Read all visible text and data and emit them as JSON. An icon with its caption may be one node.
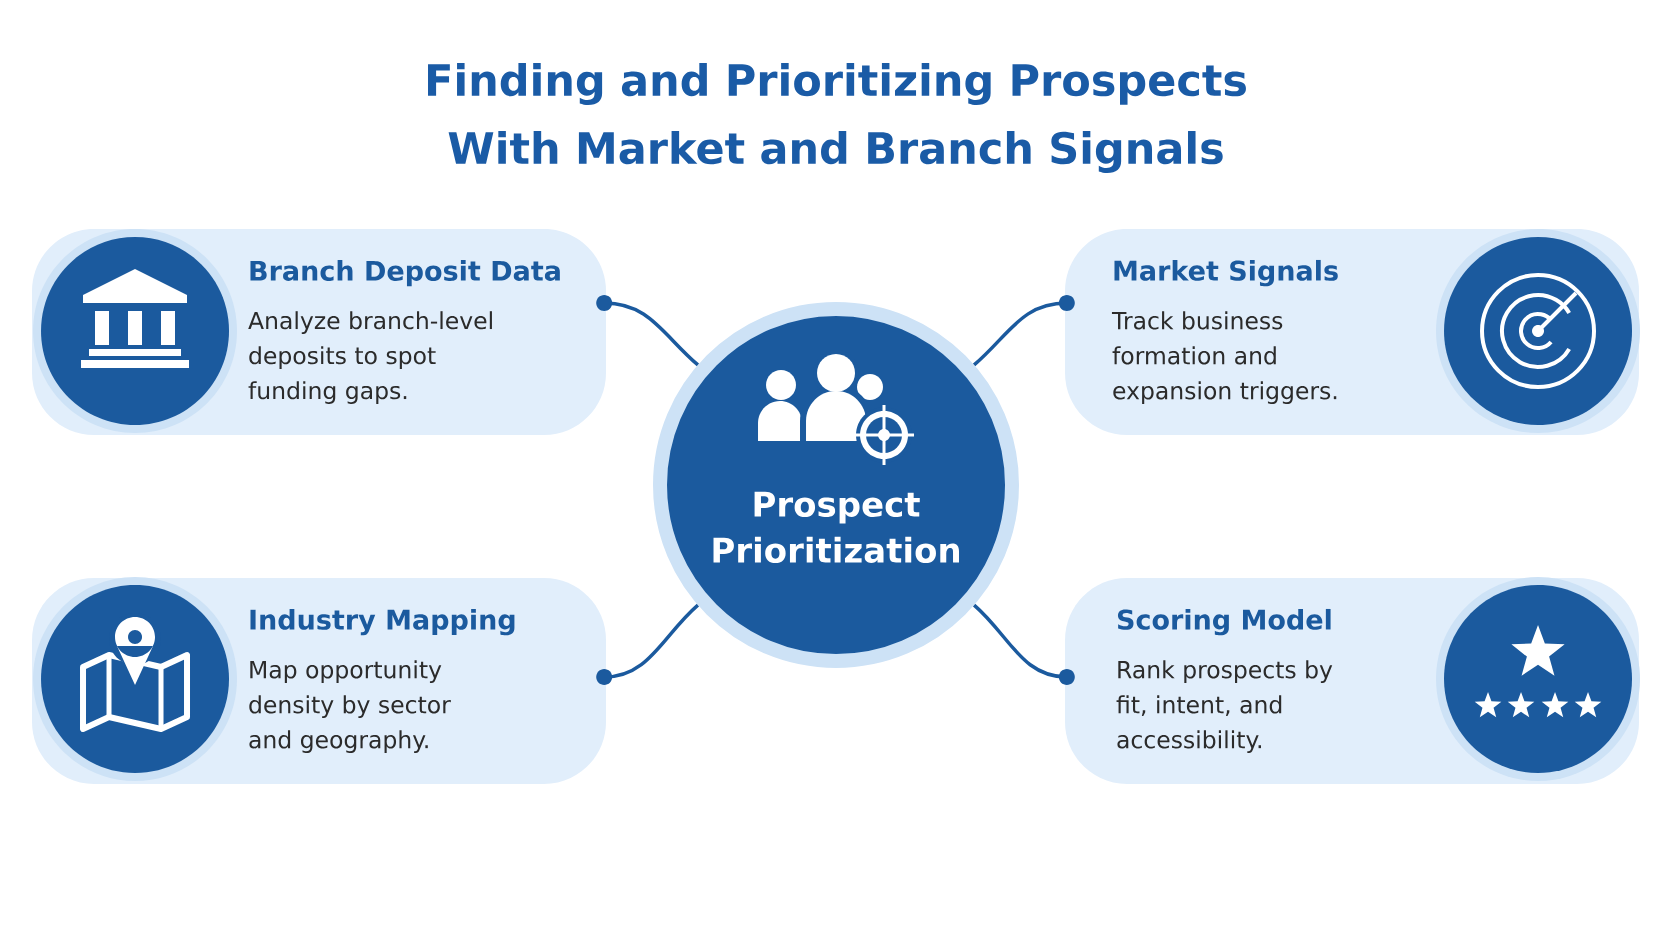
{
  "diagram": {
    "title": "Finding and Prioritizing Prospects With Market and Branch Signals",
    "nodes": [
      {
        "text": [
          "Branch Deposit Data",
          "Analyze branch-level deposits to spot funding gaps."
        ]
      },
      {
        "text": [
          "Prospect Prioritization"
        ]
      },
      {
        "text": [
          "Market Signals",
          "Track business formation and expansion triggers."
        ]
      },
      {
        "text": [
          "Industry Mapping",
          "Map opportunity density by sector and geography."
        ]
      },
      {
        "text": [
          "Scoring Model",
          "Rank prospects by fit, intent, and accessibility."
        ]
      }
    ],
    "edges": [
      {
        "from": 0,
        "to": 1,
        "arrow": "other"
      },
      {
        "from": 2,
        "to": 1,
        "arrow": "other"
      },
      {
        "from": 3,
        "to": 1,
        "arrow": "other"
      },
      {
        "from": 4,
        "to": 1,
        "arrow": "other"
      }
    ]
  }
}
